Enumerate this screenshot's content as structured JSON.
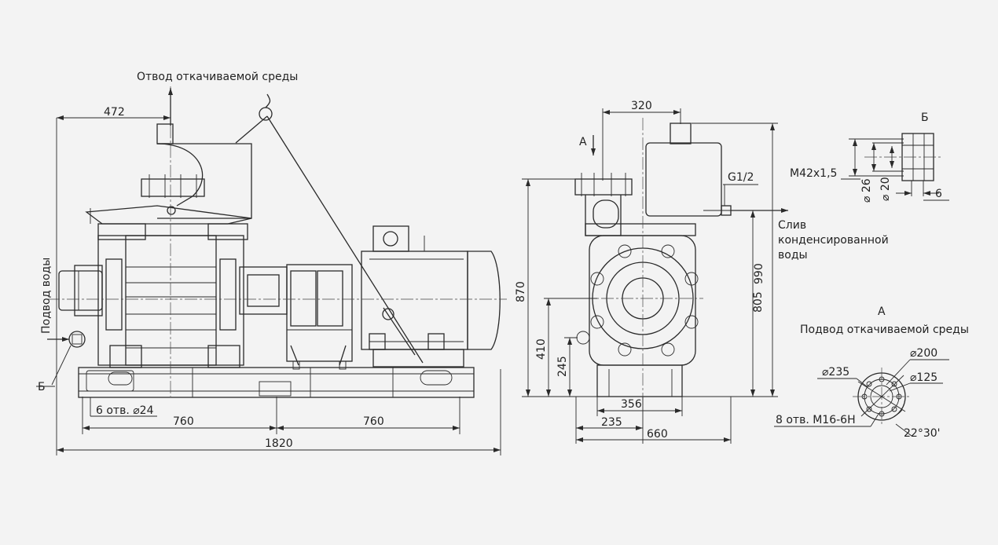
{
  "labels": {
    "discharge": "Отвод откачиваемой среды",
    "water_inlet": "Подвод воды",
    "view_b_left": "Б",
    "view_b_title": "Б",
    "view_a_arrow": "А",
    "view_a_title": "А",
    "view_a_caption": "Подвод откачиваемой среды",
    "g_thread": "G1/2",
    "drain_l1": "Слив",
    "drain_l2": "конденсированной",
    "drain_l3": "воды",
    "thread_m42": "М42х1,5",
    "holes_m16": "8 отв. М16-6Н",
    "holes_d24": "6 отв. ⌀24"
  },
  "dims": {
    "d472": "472",
    "d760a": "760",
    "d760b": "760",
    "d1820": "1820",
    "d320": "320",
    "d870": "870",
    "d410": "410",
    "d245": "245",
    "d805": "805",
    "d990": "990",
    "d356": "356",
    "d235": "235",
    "d660": "660",
    "d26": "⌀ 26",
    "d20": "⌀ 20",
    "d6": "6",
    "d200": "⌀200",
    "d235c": "⌀235",
    "d125": "⌀125",
    "angle": "22°30'"
  }
}
